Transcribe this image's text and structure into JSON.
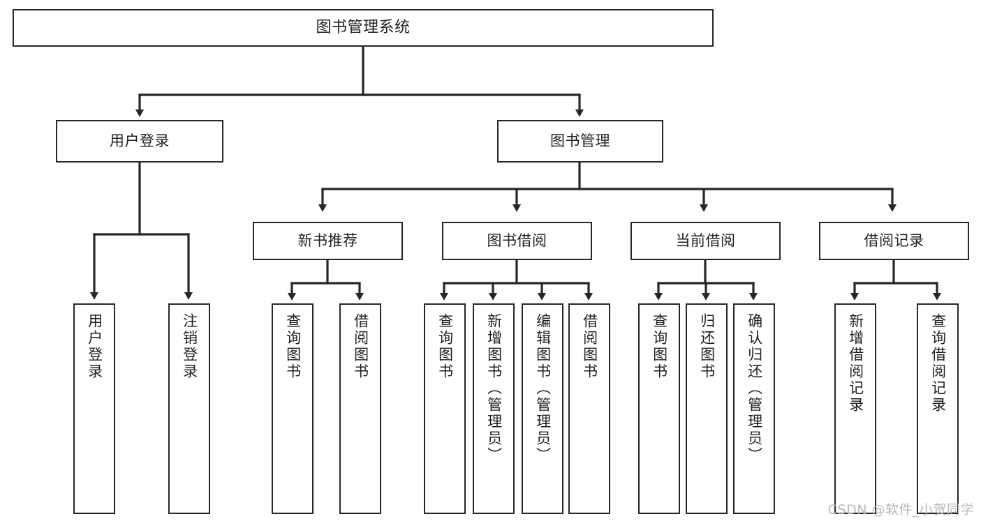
{
  "diagram": {
    "title": "图书管理系统",
    "type": "tree",
    "root": {
      "label": "图书管理系统"
    },
    "level2": [
      {
        "label": "用户登录"
      },
      {
        "label": "图书管理"
      }
    ],
    "level3": [
      {
        "label": "新书推荐"
      },
      {
        "label": "图书借阅"
      },
      {
        "label": "当前借阅"
      },
      {
        "label": "借阅记录"
      }
    ],
    "leaves": {
      "user_login": [
        {
          "label": "用户登录"
        },
        {
          "label": "注销登录"
        }
      ],
      "new_book_recommend": [
        {
          "label": "查询图书"
        },
        {
          "label": "借阅图书"
        }
      ],
      "book_borrow": [
        {
          "label": "查询图书"
        },
        {
          "label": "新增图书（管理员）"
        },
        {
          "label": "编辑图书（管理员）"
        },
        {
          "label": "借阅图书"
        }
      ],
      "current_borrow": [
        {
          "label": "查询图书"
        },
        {
          "label": "归还图书"
        },
        {
          "label": "确认归还（管理员）"
        }
      ],
      "borrow_record": [
        {
          "label": "新增借阅记录"
        },
        {
          "label": "查询借阅记录"
        }
      ]
    }
  },
  "watermark": {
    "text": "CSDN @软件_小贺同学"
  },
  "colors": {
    "stroke": "#262626",
    "text": "#1f1f1f",
    "background": "#ffffff",
    "watermark": "#b9b9b9"
  }
}
